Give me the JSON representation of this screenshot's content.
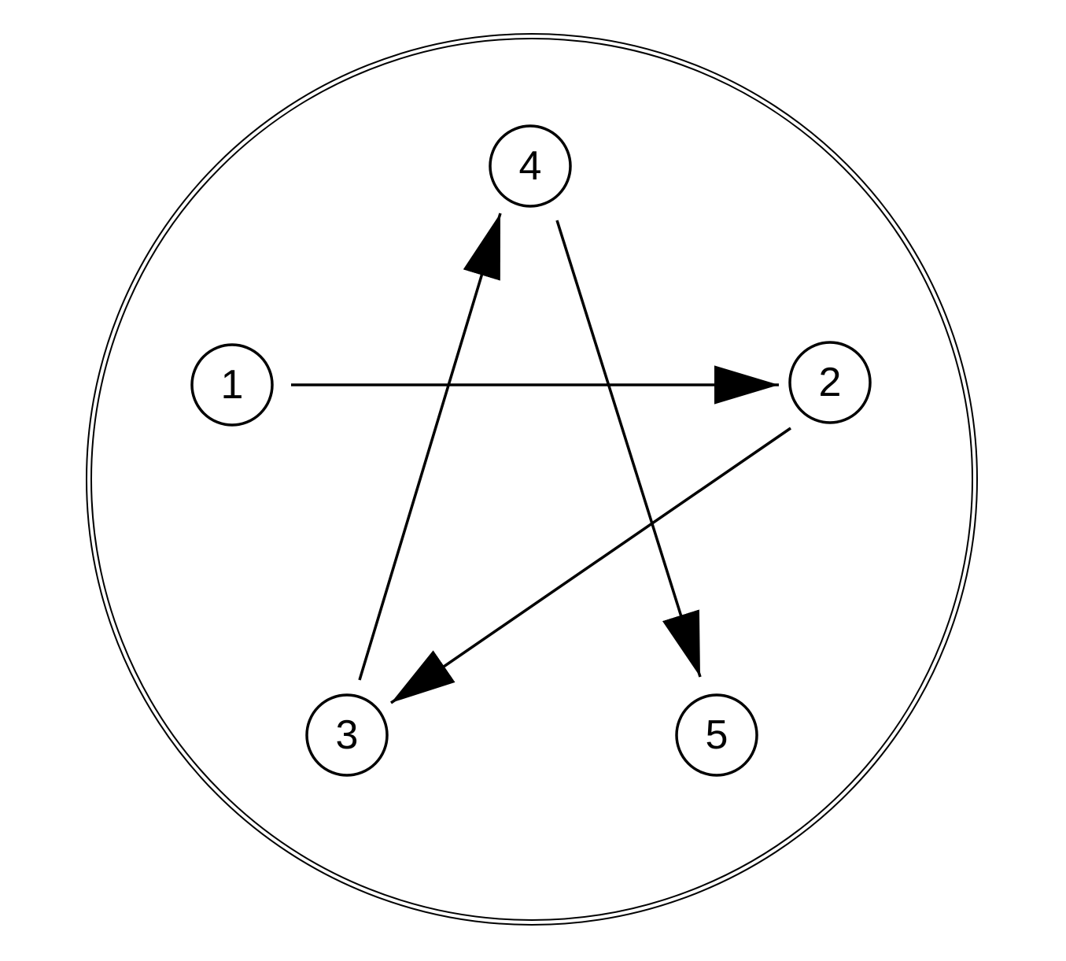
{
  "diagram": {
    "nodes": [
      {
        "id": "1",
        "label": "1"
      },
      {
        "id": "2",
        "label": "2"
      },
      {
        "id": "3",
        "label": "3"
      },
      {
        "id": "4",
        "label": "4"
      },
      {
        "id": "5",
        "label": "5"
      }
    ],
    "sequence": [
      {
        "from": "1",
        "to": "2"
      },
      {
        "from": "2",
        "to": "3"
      },
      {
        "from": "3",
        "to": "4"
      },
      {
        "from": "4",
        "to": "5"
      }
    ],
    "colors": {
      "stroke": "#000000",
      "background": "#ffffff"
    }
  }
}
